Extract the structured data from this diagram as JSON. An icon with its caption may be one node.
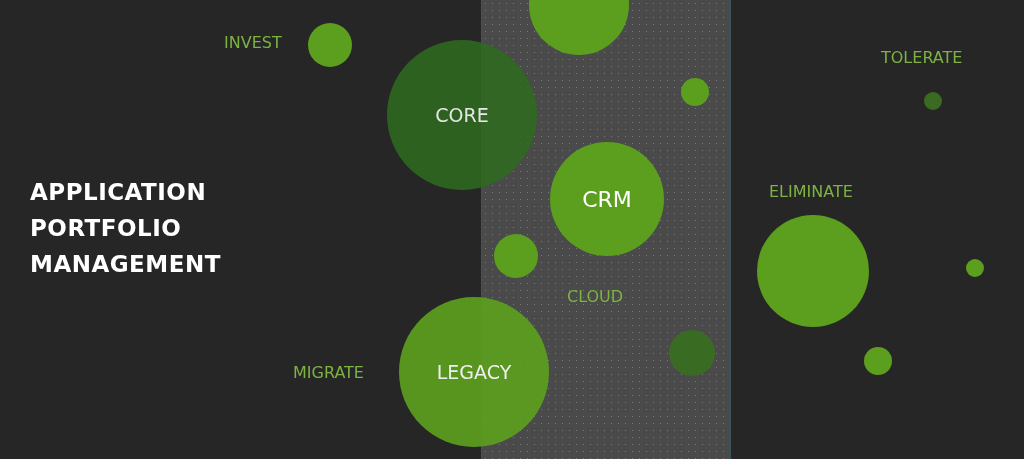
{
  "diagram": {
    "title": "APPLICATION PORTFOLIO MANAGEMENT",
    "nodes": [
      {
        "text": [
          "CLOUD"
        ]
      },
      {
        "text": [],
        "shape": "circle",
        "in": 0
      },
      {
        "text": [],
        "shape": "circle"
      },
      {
        "text": [],
        "shape": "circle",
        "in": 0
      },
      {
        "text": [],
        "shape": "circle"
      },
      {
        "text": [
          "CORE"
        ]
      },
      {
        "text": [
          "CRM"
        ],
        "in": 0
      },
      {
        "text": [],
        "shape": "circle",
        "in": 0
      },
      {
        "text": [],
        "shape": "circle"
      },
      {
        "text": [],
        "shape": "circle"
      },
      {
        "text": [],
        "shape": "circle",
        "in": 0
      },
      {
        "text": [],
        "shape": "circle"
      },
      {
        "text": [
          "LEGACY"
        ]
      }
    ],
    "labels": [
      "INVEST",
      "TOLERATE",
      "ELIMINATE",
      "MIGRATE"
    ]
  }
}
